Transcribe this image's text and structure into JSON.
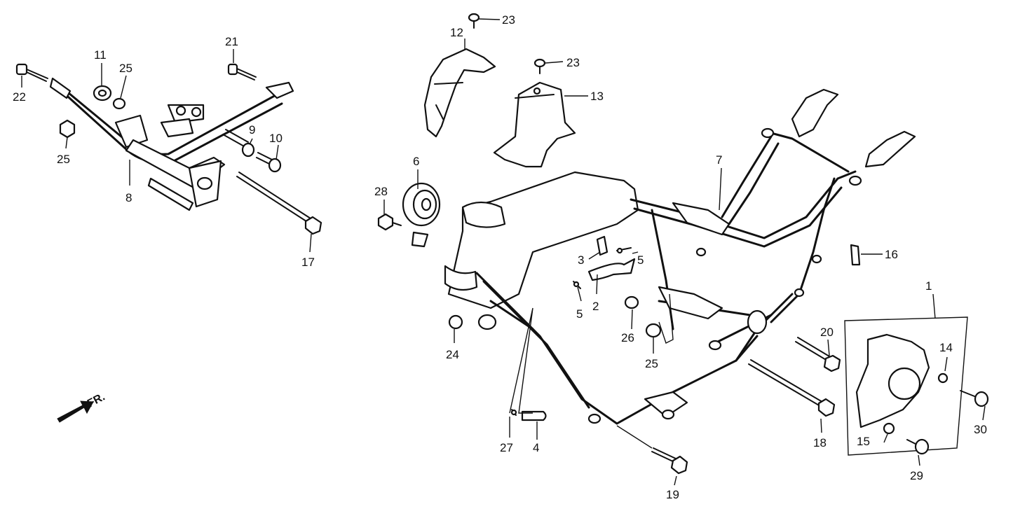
{
  "labels": {
    "p1": "1",
    "p2": "2",
    "p3": "3",
    "p4": "4",
    "p5a": "5",
    "p5b": "5",
    "p6": "6",
    "p7": "7",
    "p8": "8",
    "p9": "9",
    "p10": "10",
    "p11": "11",
    "p12": "12",
    "p13": "13",
    "p14": "14",
    "p15": "15",
    "p16": "16",
    "p17": "17",
    "p18": "18",
    "p19": "19",
    "p20": "20",
    "p21": "21",
    "p22": "22",
    "p23a": "23",
    "p23b": "23",
    "p24": "24",
    "p25a": "25",
    "p25b": "25",
    "p25c": "25",
    "p26": "26",
    "p27": "27",
    "p28": "28",
    "p29": "29",
    "p30": "30"
  },
  "direction_marker": "FR.",
  "colors": {
    "line": "#111111",
    "background": "#ffffff"
  }
}
